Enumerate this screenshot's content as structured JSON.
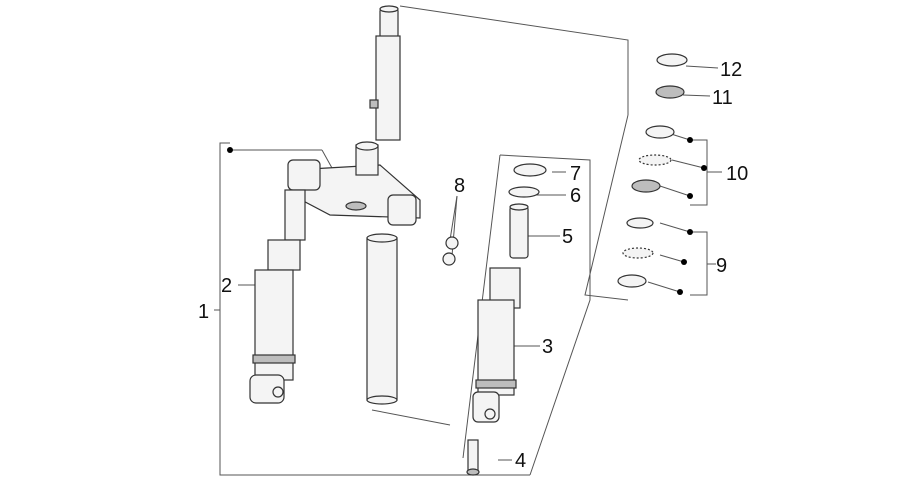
{
  "diagram": {
    "callouts": {
      "c1": "1",
      "c2": "2",
      "c3": "3",
      "c4": "4",
      "c5": "5",
      "c6": "6",
      "c7": "7",
      "c8": "8",
      "c9": "9",
      "c10": "10",
      "c11": "11",
      "c12": "12"
    },
    "colors": {
      "line": "#555555",
      "part_fill": "#f4f4f4",
      "part_stroke": "#333333",
      "dot": "#000000"
    }
  }
}
